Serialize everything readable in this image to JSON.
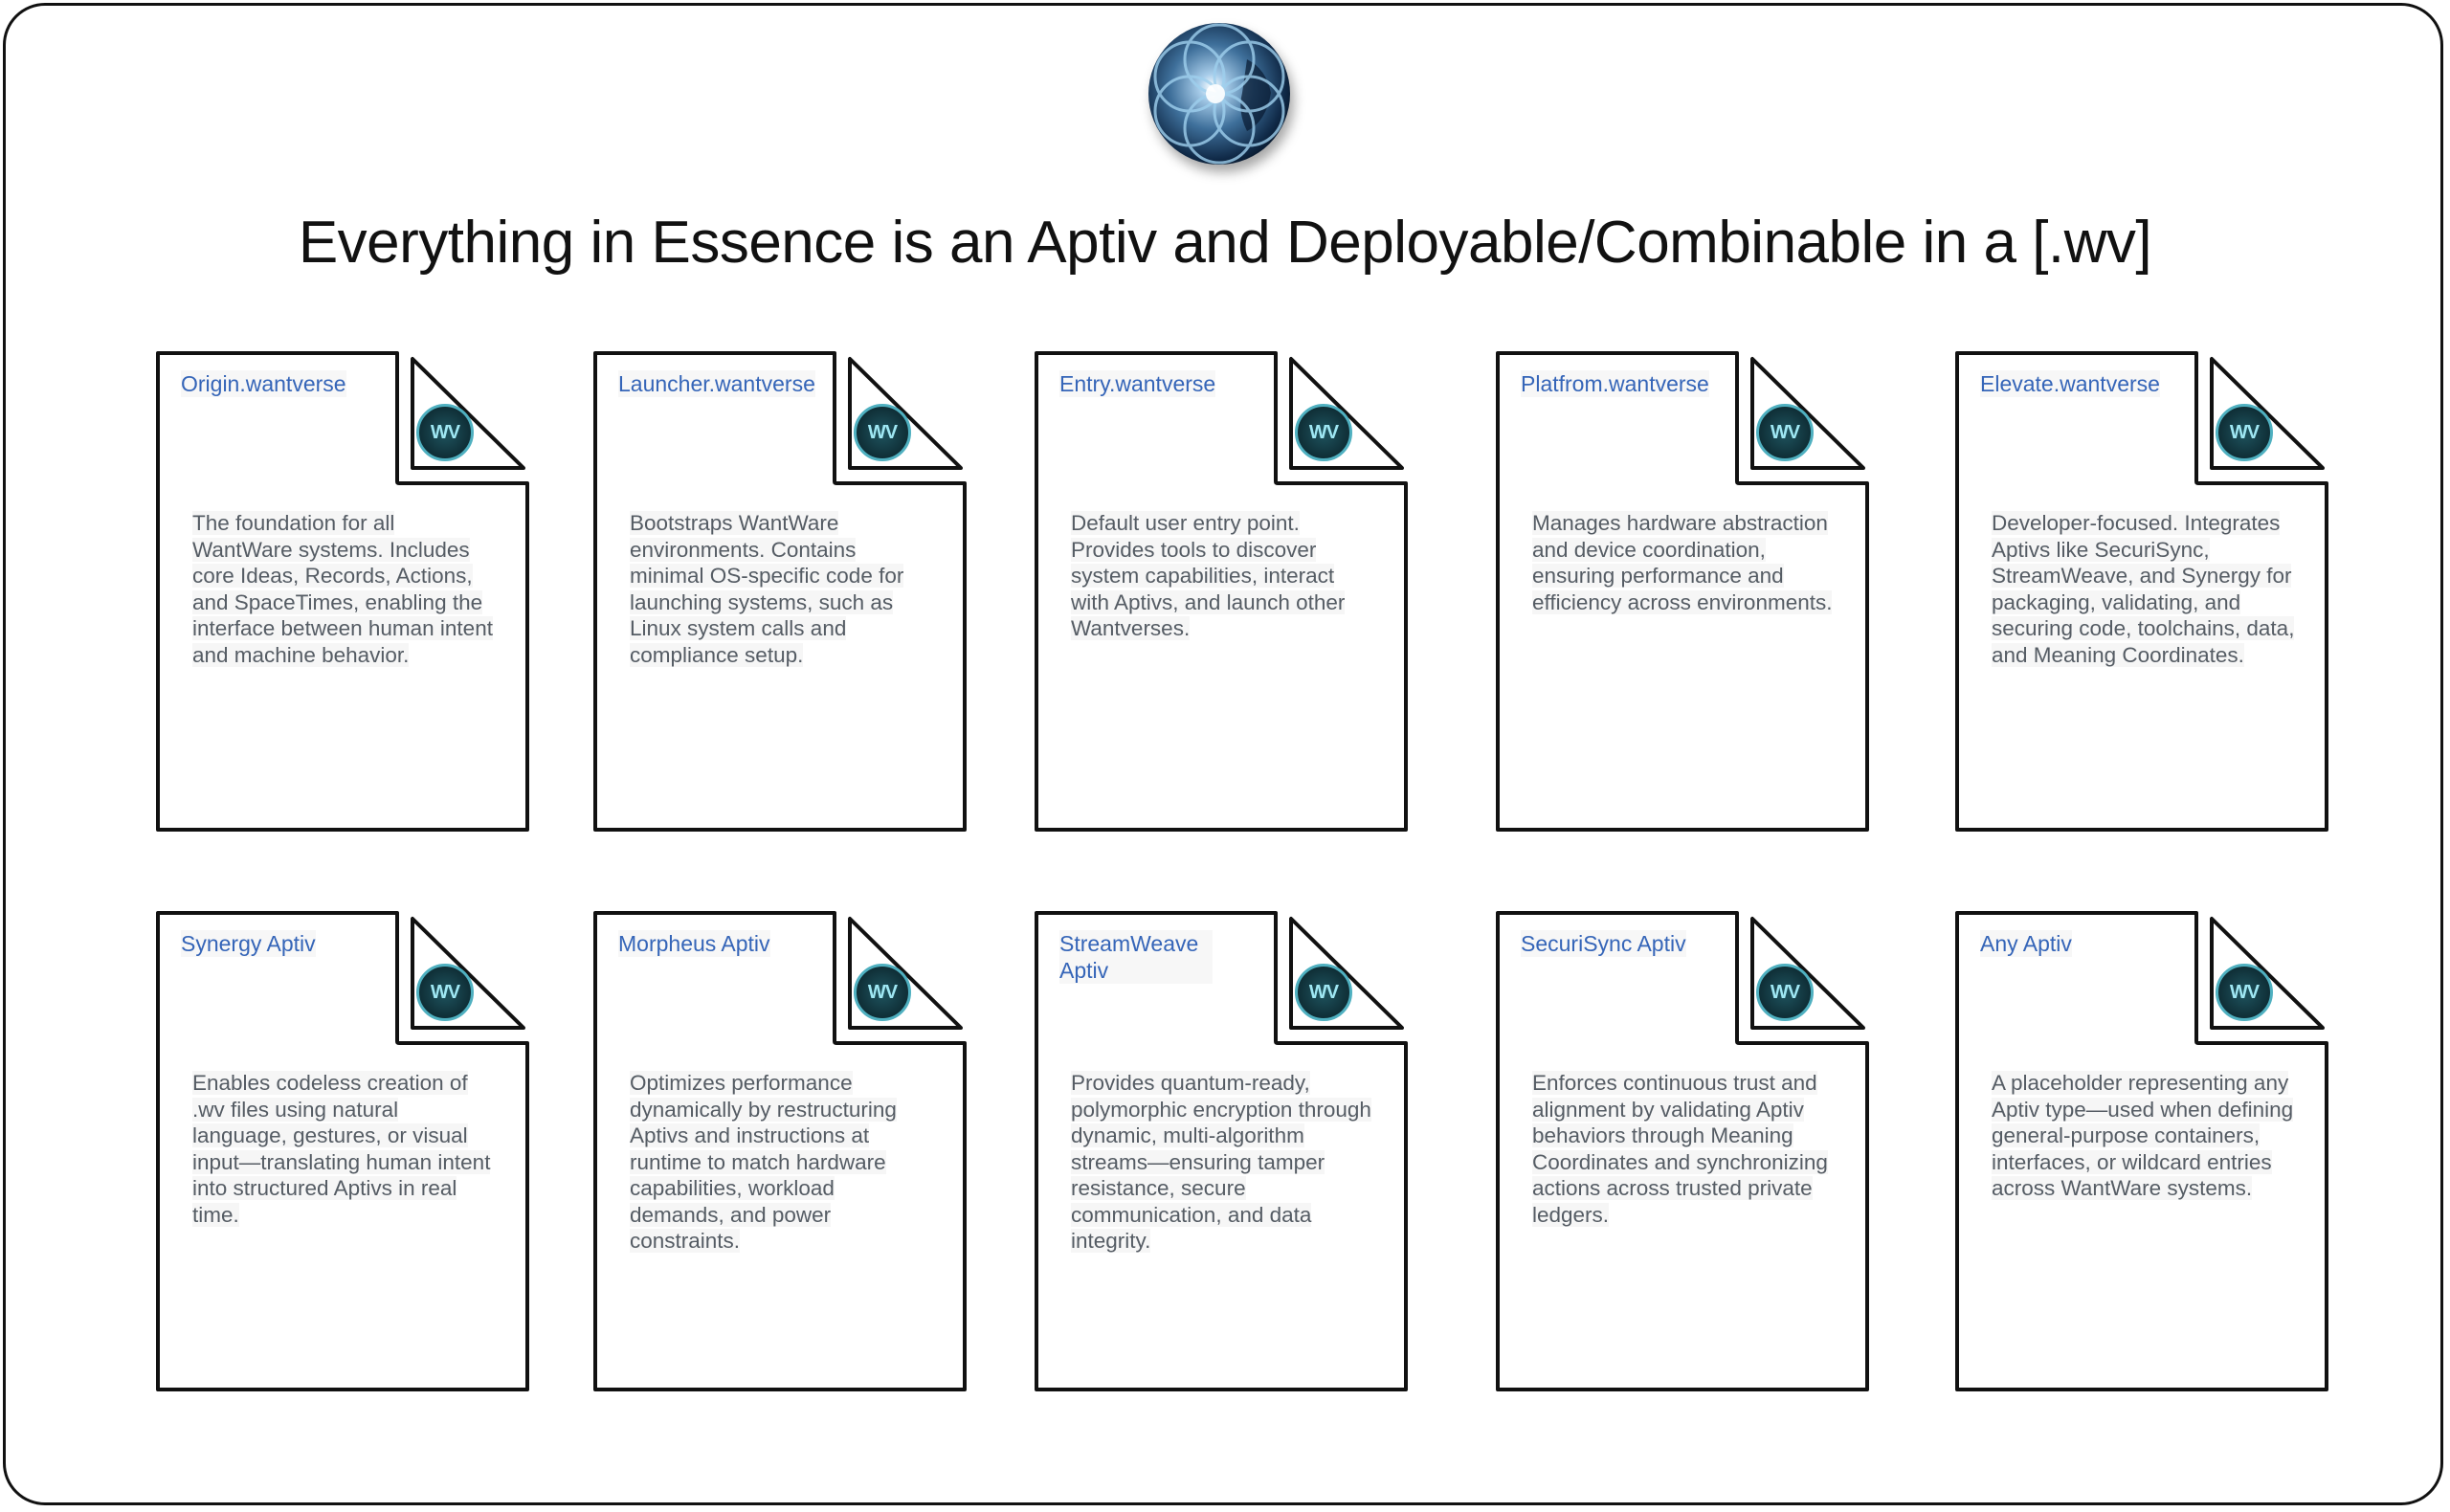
{
  "title": "Everything in Essence is an Aptiv and Deployable/Combinable in a [.wv]",
  "badge_text": "WV",
  "colors": {
    "label": "#3565b8",
    "text": "#555c64",
    "border": "#111111"
  },
  "rows": [
    [
      {
        "label": "Origin.wantverse",
        "text": "The foundation for all WantWare systems. Includes core Ideas, Records, Actions, and SpaceTimes, enabling the interface between human intent and machine behavior."
      },
      {
        "label": "Launcher.wantverse",
        "text": "Bootstraps WantWare environments. Contains minimal OS-specific code for launching systems, such as Linux system calls and compliance setup."
      },
      {
        "label": "Entry.wantverse",
        "text": "Default user entry point. Provides tools to discover system capabilities, interact with Aptivs, and launch other Wantverses."
      },
      {
        "label": "Platfrom.wantverse",
        "text": "Manages hardware abstraction and device coordination, ensuring performance and efficiency across environments."
      },
      {
        "label": "Elevate.wantverse",
        "text": "Developer-focused. Integrates Aptivs like SecuriSync, StreamWeave, and Synergy for packaging, validating, and securing code, toolchains, data, and Meaning Coordinates."
      }
    ],
    [
      {
        "label": "Synergy Aptiv",
        "text": "Enables codeless creation of .wv files using natural language, gestures, or visual input—translating human intent into structured Aptivs in real time."
      },
      {
        "label": "Morpheus Aptiv",
        "text": "Optimizes performance dynamically by restructuring Aptivs and instructions at runtime to match hardware capabilities, workload demands, and power constraints."
      },
      {
        "label": "StreamWeave Aptiv",
        "text": "Provides quantum-ready, polymorphic encryption through dynamic, multi-algorithm streams—ensuring tamper resistance, secure communication, and data integrity."
      },
      {
        "label": "SecuriSync Aptiv",
        "text": "Enforces continuous trust and alignment by validating Aptiv behaviors through Meaning Coordinates and synchronizing actions across trusted private ledgers."
      },
      {
        "label": "Any Aptiv",
        "text": "A placeholder representing any Aptiv type—used when defining general-purpose containers, interfaces, or wildcard entries across WantWare systems."
      }
    ]
  ]
}
